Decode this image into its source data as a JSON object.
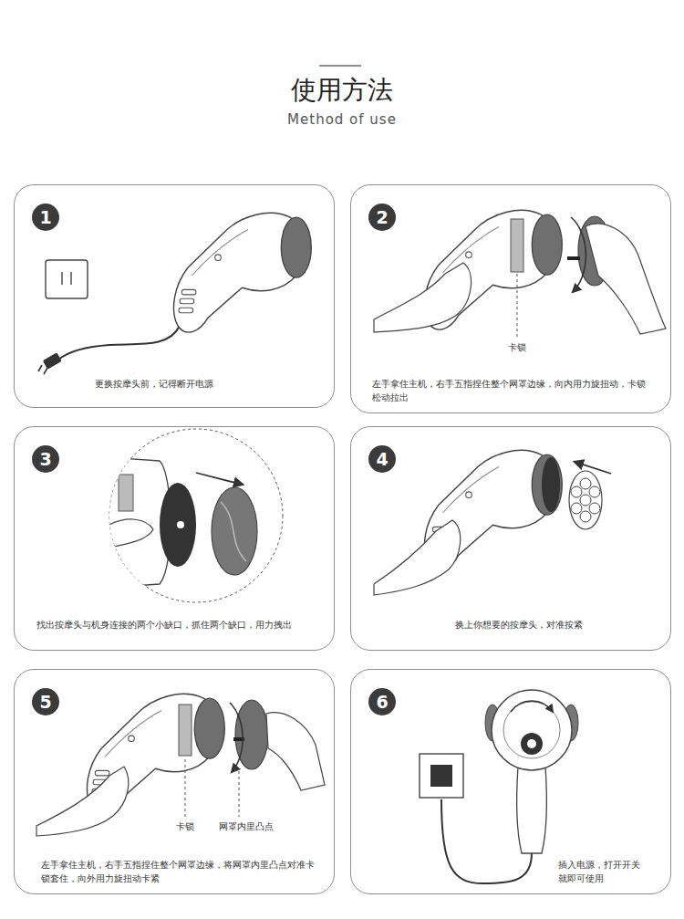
{
  "diagram": {
    "title": "使用方法",
    "nodes": [
      {
        "text": [
          "更换按摩头前，记得断开电源"
        ]
      },
      {
        "text": [
          "1"
        ],
        "in": 0
      },
      {
        "text": [
          "左手拿住主机，右手五指捏住整个网罩边缘，向内用力旋扭动，卡锁松动拉出"
        ]
      },
      {
        "text": [
          "2"
        ],
        "in": 2
      },
      {
        "text": [
          "找出按摩头与机身连接的两个小缺口，抓住两个缺口，用力拽出"
        ]
      },
      {
        "text": [
          "3"
        ],
        "in": 4
      },
      {
        "text": [
          "换上你想要的按摩头，对准按紧"
        ]
      },
      {
        "text": [
          "4"
        ],
        "in": 6
      },
      {
        "text": [
          "左手拿住主机，右手五指捏住整个网罩边缘，将网罩内里凸点对准卡锁套住，向外用力旋扭动卡紧"
        ]
      },
      {
        "text": [
          "5"
        ],
        "in": 8
      },
      {
        "text": [
          "插入电源，打开开关就即可使用"
        ]
      },
      {
        "text": [
          "6"
        ],
        "in": 10
      }
    ],
    "labels": [
      "Method of use",
      "卡锁",
      "卡锁",
      "网罩内里凸点"
    ]
  }
}
